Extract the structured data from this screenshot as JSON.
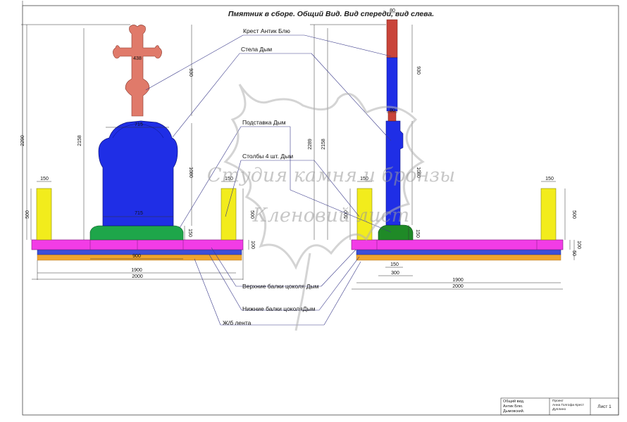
{
  "title": "Пмятник в сборе. Общий Вид. Вид спереди, вид слева.",
  "callouts": {
    "cross": "Крест Антик Блю",
    "stele": "Стела Дым",
    "stand": "Подставка Дым",
    "posts": "Столбы 4 шт. Дым",
    "upper_beams": "Верхние балки цоколя Дым",
    "lower_beams": "Нижние балки цоколяДым",
    "strip": "Ж/б лента"
  },
  "watermark": {
    "line1": "Студия камня и бронзы",
    "line2": "Кленовий лист"
  },
  "front_dims": {
    "total_h": "2290",
    "stele_cross_h": "2158",
    "cross_w": "438",
    "cross_h": "930",
    "stele_top_w": "715",
    "stele_bottom_w": "715",
    "stele_h": "1080",
    "stand_h": "150",
    "post_w_left": "150",
    "post_h_left": "500",
    "post_w_right": "150",
    "post_h_right": "500",
    "base_h": "100",
    "stand_w": "900",
    "plinth_w": "1900",
    "strip_w": "2000"
  },
  "side_dims": {
    "cross_top": "80",
    "cross_h": "930",
    "cross_bottom": "80",
    "total_h": "2289",
    "stele_cross_h": "2158",
    "stele_h": "1080",
    "post_w_left": "150",
    "post_h_left": "500",
    "post_w_right": "150",
    "post_h_right": "500",
    "stand_h": "150",
    "base_h": "100",
    "base_h2": "50",
    "stand_depth": "150",
    "stand_w": "300",
    "plinth_w": "1900",
    "strip_w": "2000"
  },
  "title_block": {
    "c1": "Общий вид.",
    "c2": "Антик Блю.",
    "c3": "Дымовский.",
    "project_l1": "Проект",
    "project_l2": "Анна Голгофа Крест",
    "project_l3": "Дуплино",
    "sheet": "Лист 1"
  },
  "colors": {
    "cross": "#e07a6a",
    "stele": "#1f2ee6",
    "stand": "#1ea64a",
    "posts": "#f2ec1c",
    "plinth": "#f23ce6",
    "beam": "#3d4fd8",
    "strip": "#f0a52c",
    "side_cross": "#c9443a",
    "side_stand": "#1f8a27"
  }
}
